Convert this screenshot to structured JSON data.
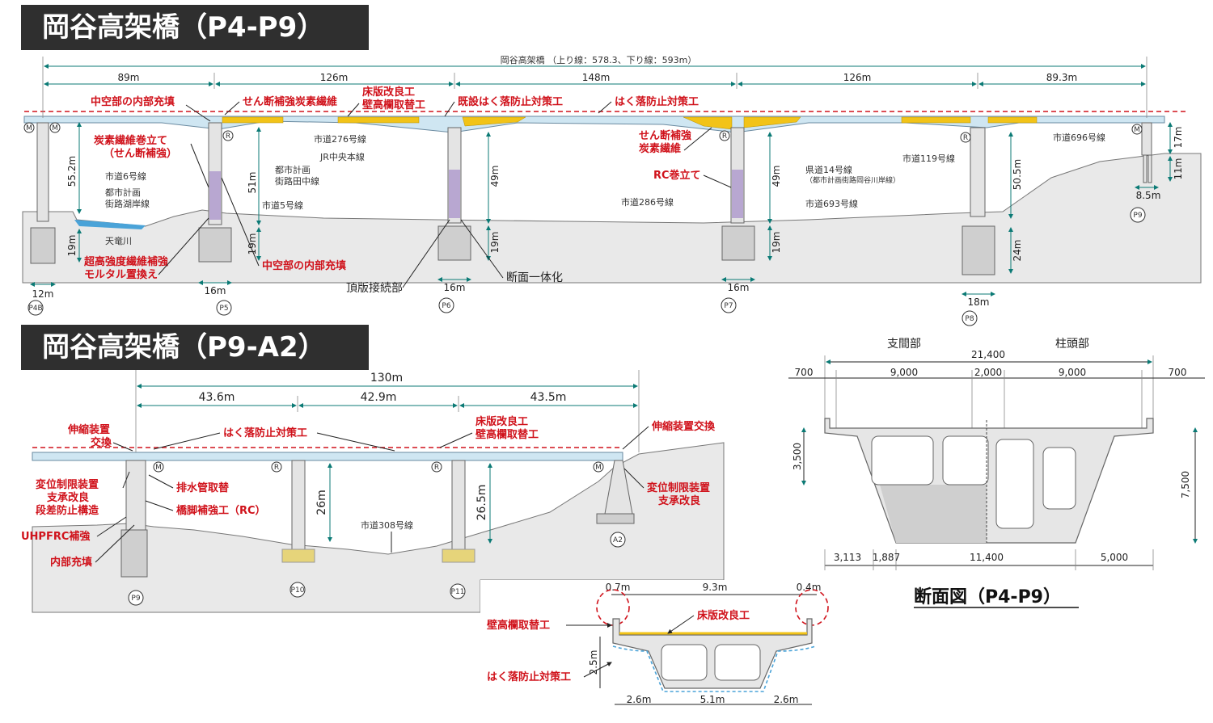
{
  "titles": {
    "section1": "岡谷高架橋（P4-P9）",
    "section2": "岡谷高架橋（P9-A2）",
    "cross_section": "断面図（P4-P9）"
  },
  "p4p9": {
    "total_length": "岡谷高架橋 （上り線：578.3、下り線：593m）",
    "spans": [
      "89m",
      "126m",
      "148m",
      "126m",
      "89.3m"
    ],
    "piers": [
      "P4B",
      "P5",
      "P6",
      "P7",
      "P8",
      "P9"
    ],
    "pier_dims": {
      "p4_height": "55.2m",
      "p4_found": "19m",
      "p4_width": "12m",
      "p5_height": "51m",
      "p5_found": "19m",
      "p5_width": "16m",
      "p6_height": "49m",
      "p6_found": "19m",
      "p6_width": "16m",
      "p7_height": "49m",
      "p7_found": "19m",
      "p7_width": "16m",
      "p8_height": "50.5m",
      "p8_found": "24m",
      "p8_width": "18m",
      "p9_h1": "17m",
      "p9_h2": "11m",
      "p9_width": "8.5m"
    },
    "red_labels": {
      "hollow_fill_top": "中空部の内部充填",
      "shear_cf": "せん断補強炭素繊維",
      "slab1": "床版改良工",
      "slab2": "壁高欄取替工",
      "existing_fall": "既設はく落防止対策工",
      "fall_prevention": "はく落防止対策工",
      "cf_wrap1": "炭素繊維巻立て",
      "cf_wrap2": "（せん断補強）",
      "shear2_1": "せん断補強",
      "shear2_2": "炭素繊維",
      "rc_wrap": "RC巻立て",
      "uhs1": "超高強度繊維補強",
      "uhs2": "モルタル置換え",
      "hollow_fill_bottom": "中空部の内部充填"
    },
    "black_labels": {
      "road6": "市道6号線",
      "city_plan1": "都市計画",
      "city_plan2": "街路湖岸線",
      "tenryu": "天竜川",
      "road5": "市道5号線",
      "road276": "市道276号線",
      "jr": "JR中央本線",
      "plan_tanaka1": "都市計画",
      "plan_tanaka2": "街路田中線",
      "road286": "市道286号線",
      "pref14_1": "県道14号線",
      "pref14_2": "（都市計画街路岡谷川岸線）",
      "road693": "市道693号線",
      "road119": "市道119号線",
      "road696": "市道696号線",
      "top_slab": "頂版接続部",
      "section_unify": "断面一体化"
    }
  },
  "p9a2": {
    "total_length": "130m",
    "spans": [
      "43.6m",
      "42.9m",
      "43.5m"
    ],
    "piers": [
      "P9",
      "P10",
      "P11",
      "A2"
    ],
    "p10_height": "26m",
    "p11_height": "26.5m",
    "road308": "市道308号線",
    "red_labels": {
      "exp1a": "伸縮装置",
      "exp1b": "交換",
      "fall": "はく落防止対策工",
      "slab1": "床版改良工",
      "slab2": "壁高欄取替工",
      "exp2": "伸縮装置交換",
      "disp1": "変位制限装置",
      "disp2": "支承改良",
      "disp3": "段差防止構造",
      "drain": "排水管取替",
      "pier_rc": "橋脚補強工（RC）",
      "uhpfrc": "UHPFRC補強",
      "inner_fill": "内部充填",
      "disp_a2_1": "変位制限装置",
      "disp_a2_2": "支承改良"
    }
  },
  "cross_section": {
    "label_left": "支間部",
    "label_right": "柱頭部",
    "total_width": "21,400",
    "top_dims": [
      "700",
      "9,000",
      "2,000",
      "9,000",
      "700"
    ],
    "height_left": "3,500",
    "height_right": "7,500",
    "bottom_dims": [
      "3,113",
      "1,887",
      "11,400",
      "5,000"
    ]
  },
  "small_section": {
    "left_top": "0.7m",
    "center_top": "9.3m",
    "right_top": "0.4m",
    "height": "2.5m",
    "bottom_dims": [
      "2.6m",
      "5.1m",
      "2.6m"
    ],
    "parapet": "壁高欄取替工",
    "slab": "床版改良工",
    "fall": "はく落防止対策工"
  },
  "marks": {
    "m": "M",
    "r": "R"
  },
  "colors": {
    "red": "#d0121b",
    "teal": "#0b7a75",
    "yellow": "#f2c318",
    "deck_blue": "#cfe6f2",
    "banner": "#2f2f2f"
  }
}
